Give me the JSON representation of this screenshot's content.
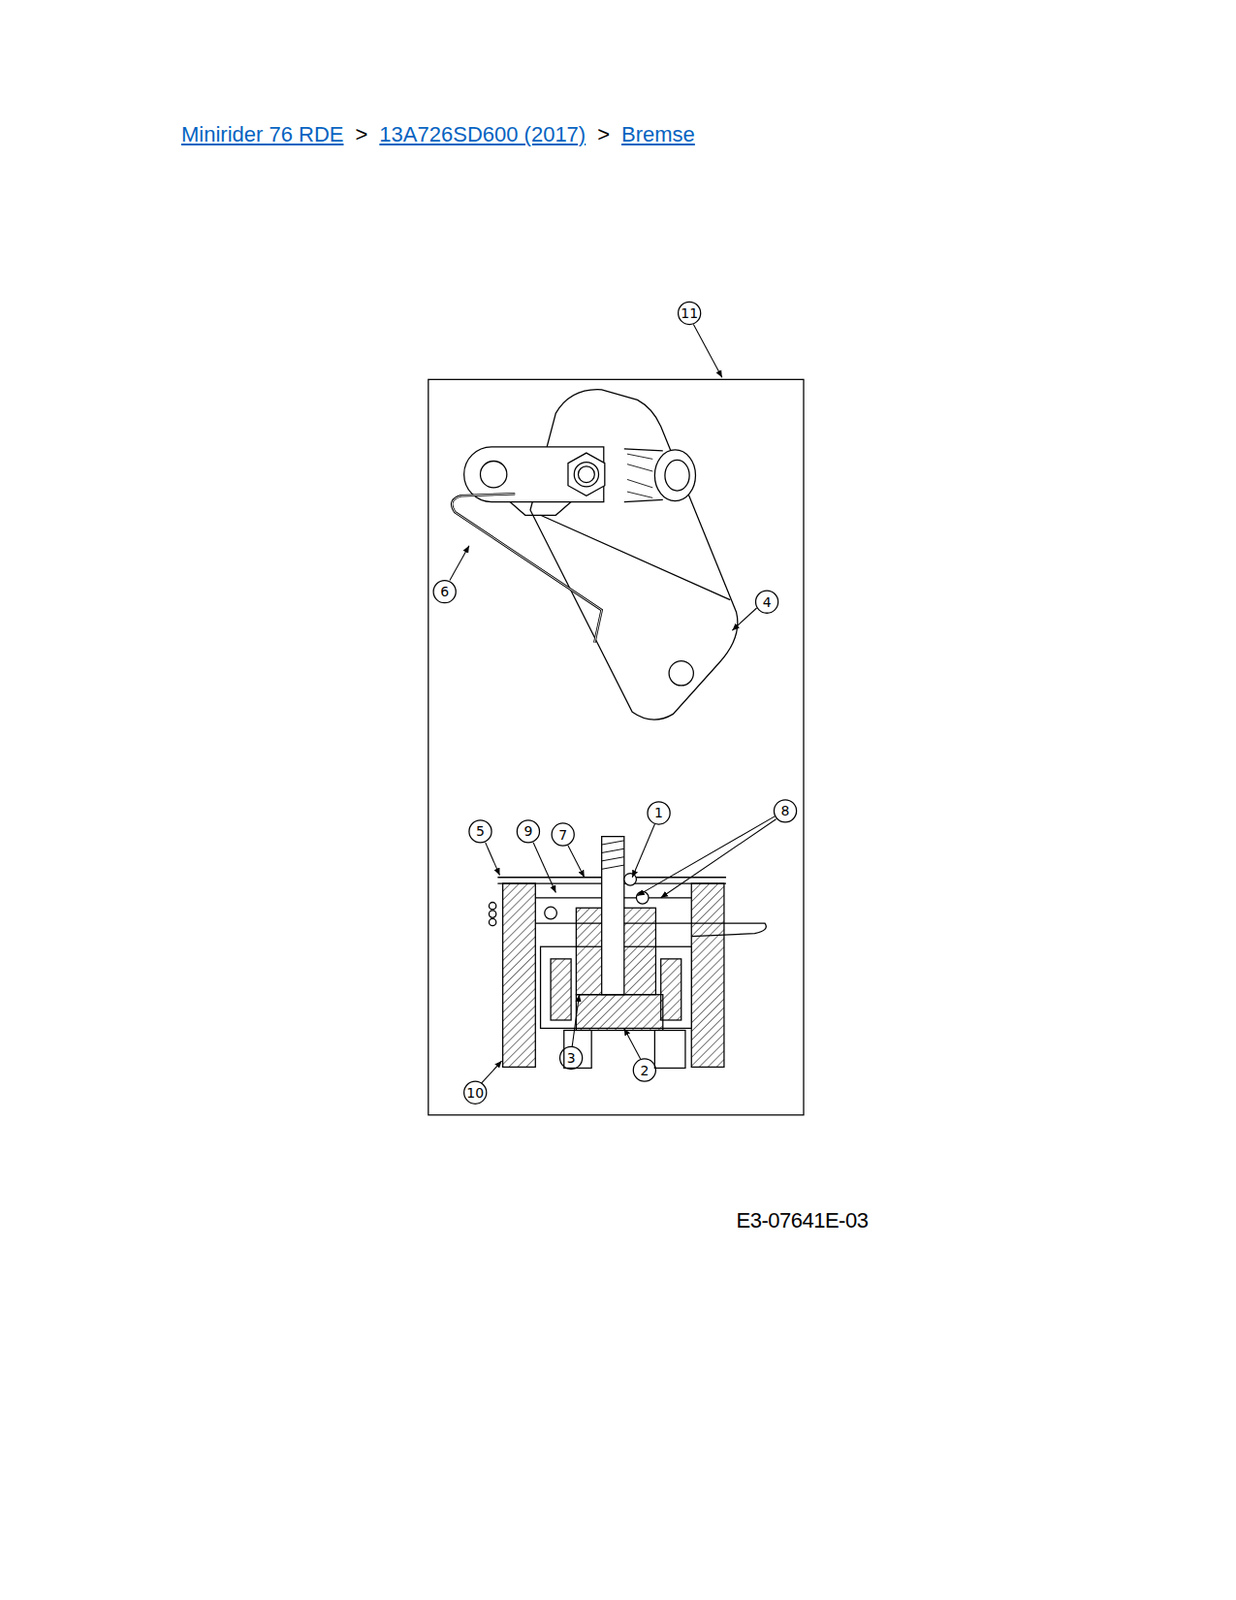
{
  "diagram": {
    "labels": [
      "Minirider 76 RDE",
      ">",
      "13A726SD600 (2017)",
      ">",
      "Bremse",
      "11",
      "6",
      "4",
      "5",
      "9",
      "7",
      "1",
      "8",
      "3",
      "2",
      "10",
      "E3-07641E-03"
    ]
  }
}
